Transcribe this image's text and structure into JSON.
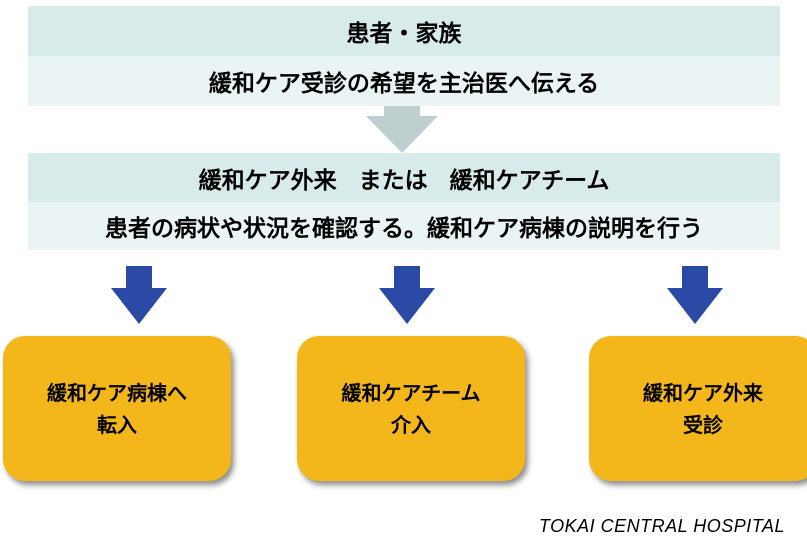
{
  "top": {
    "heading": "患者・家族",
    "sub": "緩和ケア受診の希望を主治医へ伝える"
  },
  "middle": {
    "heading_left": "緩和ケア外来",
    "heading_mid": "または",
    "heading_right": "緩和ケアチーム",
    "sub": "患者の病状や状況を確認する。緩和ケア病棟の説明を行う"
  },
  "outcomes": [
    {
      "line1": "緩和ケア病棟へ",
      "line2": "転入"
    },
    {
      "line1": "緩和ケアチーム",
      "line2": "介入"
    },
    {
      "line1": "緩和ケア外来",
      "line2": "受診"
    }
  ],
  "footer": "TOKAI CENTRAL HOSPITAL",
  "colors": {
    "band_dark": "#d8ebeb",
    "band_light": "#eaf4f5",
    "grey_arrow": "#bfcfcf",
    "blue_arrow": "#2b4aa6",
    "outcome_box": "#f3b71b"
  }
}
